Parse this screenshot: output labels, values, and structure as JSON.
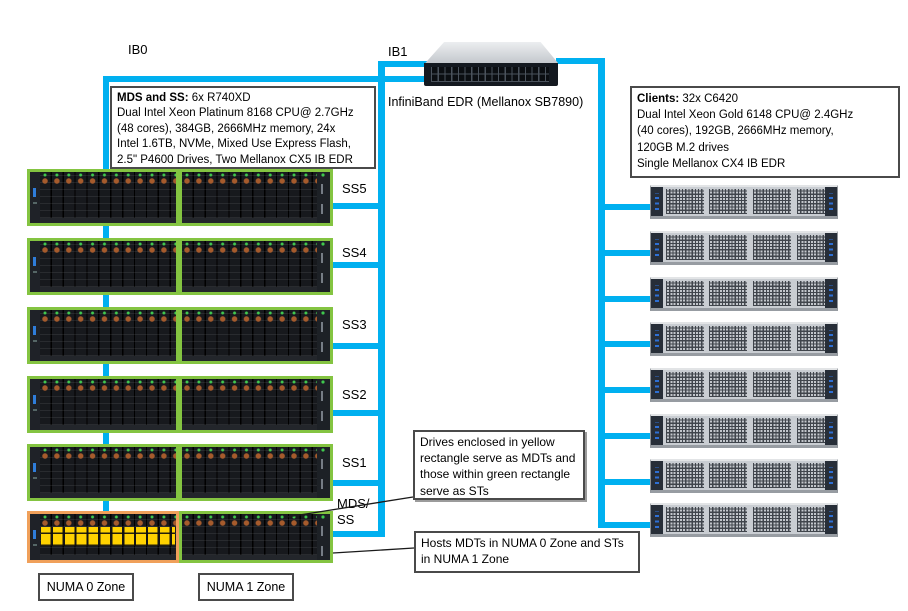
{
  "labels": {
    "ib0": "IB0",
    "ib1": "IB1",
    "switch_caption": "InfiniBand EDR (Mellanox SB7890)",
    "numa0_zone": "NUMA 0 Zone",
    "numa1_zone": "NUMA 1 Zone"
  },
  "mds_ss_box": {
    "title": "MDS and SS:",
    "title_rest": " 6x R740XD",
    "line2": "Dual Intel Xeon Platinum 8168 CPU@ 2.7GHz",
    "line3": "(48 cores), 384GB, 2666MHz memory, 24x",
    "line4": "Intel 1.6TB, NVMe, Mixed Use Express Flash,",
    "line5": "2.5\" P4600 Drives, Two Mellanox CX5 IB EDR"
  },
  "clients_box": {
    "title": "Clients:",
    "title_rest": " 32x C6420",
    "line2": "Dual Intel Xeon Gold 6148 CPU@ 2.4GHz",
    "line3": "(40 cores), 192GB, 2666MHz memory,",
    "line4": "120GB M.2 drives",
    "line5": "Single Mellanox CX4 IB EDR"
  },
  "callouts": {
    "drives_note": "Drives enclosed in yellow rectangle serve as MDTs and those within green rectangle serve as STs",
    "hosts_note": "Hosts MDTs in NUMA 0 Zone and STs in NUMA 1 Zone"
  },
  "storage_servers": {
    "labels": [
      "SS5",
      "SS4",
      "SS3",
      "SS2",
      "SS1"
    ],
    "mds_label": "MDS/\nSS"
  },
  "clients": {
    "count": 8
  },
  "colors": {
    "cyan": "#00B0F0",
    "green": "#84C441",
    "orange": "#F0A05A",
    "yellow": "#FFD200"
  }
}
